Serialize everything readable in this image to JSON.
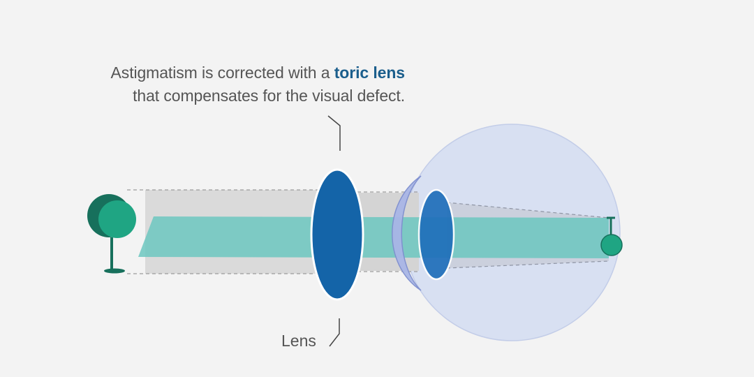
{
  "caption": {
    "line1_prefix": "Astigmatism is corrected with a",
    "line1_highlight": "toric lens",
    "line2": "that compensates for the visual defect."
  },
  "labels": {
    "lens": "Lens"
  },
  "colors": {
    "background": "#f3f3f3",
    "text": "#555555",
    "highlight": "#1b5e8c",
    "lens": "#1464a8",
    "eyeball": "#d8e0f2",
    "light_beam": "#6cc7c0",
    "tree": "#1f9c7c",
    "tree_dark": "#17705c"
  },
  "icons": {
    "object": "tree-icon",
    "image": "inverted-tree-icon"
  }
}
